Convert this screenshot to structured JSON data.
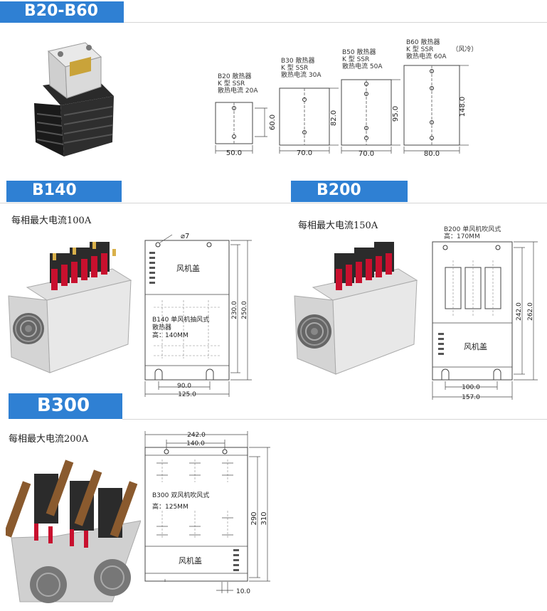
{
  "sections": {
    "b20_b60": {
      "title": "B20-B60"
    },
    "b140": {
      "title": "B140",
      "subtitle": "每相最大电流100A"
    },
    "b200": {
      "title": "B200",
      "subtitle": "每相最大电流150A"
    },
    "b300": {
      "title": "B300",
      "subtitle": "每相最大电流200A"
    }
  },
  "heatsinks": [
    {
      "label1": "B20 散热器",
      "label2": "K 型 SSR",
      "label3": "散热电流 20A",
      "label4": "",
      "height": "60.0",
      "width": "50.0"
    },
    {
      "label1": "B30 散热器",
      "label2": "K 型 SSR",
      "label3": "散热电流 30A",
      "label4": "",
      "height": "82.0",
      "width": "70.0"
    },
    {
      "label1": "B50 散热器",
      "label2": "K 型 SSR",
      "label3": "散热电流 50A",
      "label4": "",
      "height": "95.0",
      "width": "70.0"
    },
    {
      "label1": "B60 散热器",
      "label2": "K 型 SSR",
      "label3": "散热电流 60A",
      "label4": "（风冷）",
      "height": "148.0",
      "width": "80.0"
    }
  ],
  "b140_drawing": {
    "hole": "7",
    "fan_cover": "风机盖",
    "desc1": "B140 单风机抽风式",
    "desc2": "散热器",
    "desc3": "高：140MM",
    "h_inner": "230.0",
    "h_outer": "250.0",
    "w_inner": "90.0",
    "w_outer": "125.0"
  },
  "b200_drawing": {
    "desc1": "B200 单风机吹风式",
    "desc2": "高：170MM",
    "fan_cover": "风机盖",
    "h_inner": "242.0",
    "h_outer": "262.0",
    "w_inner": "100.0",
    "w_outer": "157.0"
  },
  "b300_drawing": {
    "w_outer": "242.0",
    "w_inner": "140.0",
    "desc1": "B300 双风机吹风式",
    "desc2": "高：125MM",
    "fan_cover": "风机盖",
    "h_inner": "290",
    "h_outer": "310",
    "slot": "10.0"
  }
}
